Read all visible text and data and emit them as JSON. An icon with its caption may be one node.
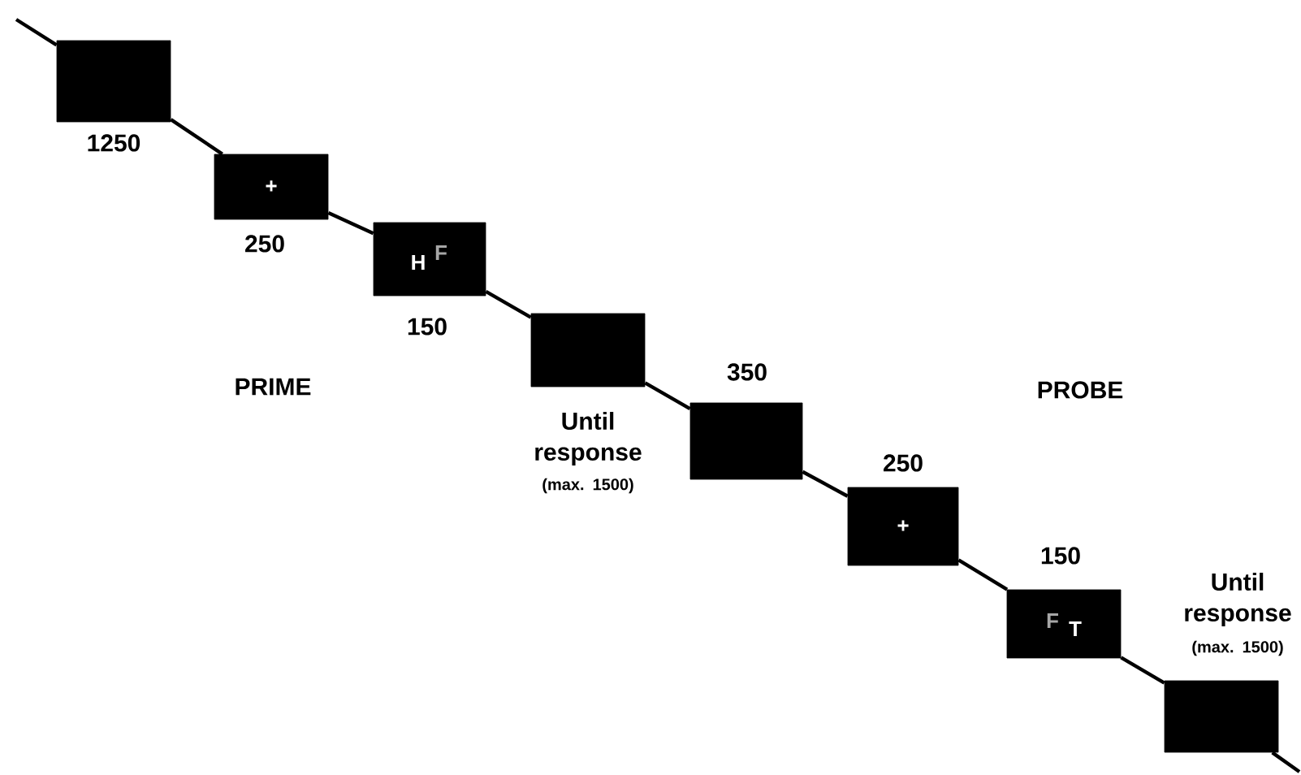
{
  "diagram": {
    "nodes": [
      {
        "text": [],
        "shape": "box",
        "beside": [
          "1250"
        ]
      },
      {
        "text": [
          "+"
        ],
        "beside": [
          "250"
        ]
      },
      {
        "text": [
          "H",
          "F"
        ],
        "beside": [
          "150"
        ]
      },
      {
        "text": [],
        "shape": "box",
        "beside": [
          "Until response",
          "(max. 1500)"
        ]
      },
      {
        "text": [],
        "shape": "box",
        "beside": [
          "350"
        ]
      },
      {
        "text": [
          "+"
        ],
        "beside": [
          "250"
        ]
      },
      {
        "text": [
          "F",
          "T"
        ],
        "beside": [
          "150"
        ]
      },
      {
        "text": [],
        "shape": "box",
        "beside": [
          "Until response",
          "(max. 1500)"
        ]
      }
    ],
    "edges": [
      {
        "from": null,
        "to": 0,
        "arrow": "none"
      },
      {
        "from": 0,
        "to": 1,
        "arrow": "none"
      },
      {
        "from": 1,
        "to": 2,
        "arrow": "none"
      },
      {
        "from": 2,
        "to": 3,
        "arrow": "none"
      },
      {
        "from": 3,
        "to": 4,
        "arrow": "none"
      },
      {
        "from": 4,
        "to": 5,
        "arrow": "none"
      },
      {
        "from": 5,
        "to": 6,
        "arrow": "none"
      },
      {
        "from": 6,
        "to": 7,
        "arrow": "none"
      },
      {
        "from": 7,
        "to": null,
        "arrow": "none"
      }
    ],
    "labels": [
      "PRIME",
      "PROBE"
    ]
  }
}
